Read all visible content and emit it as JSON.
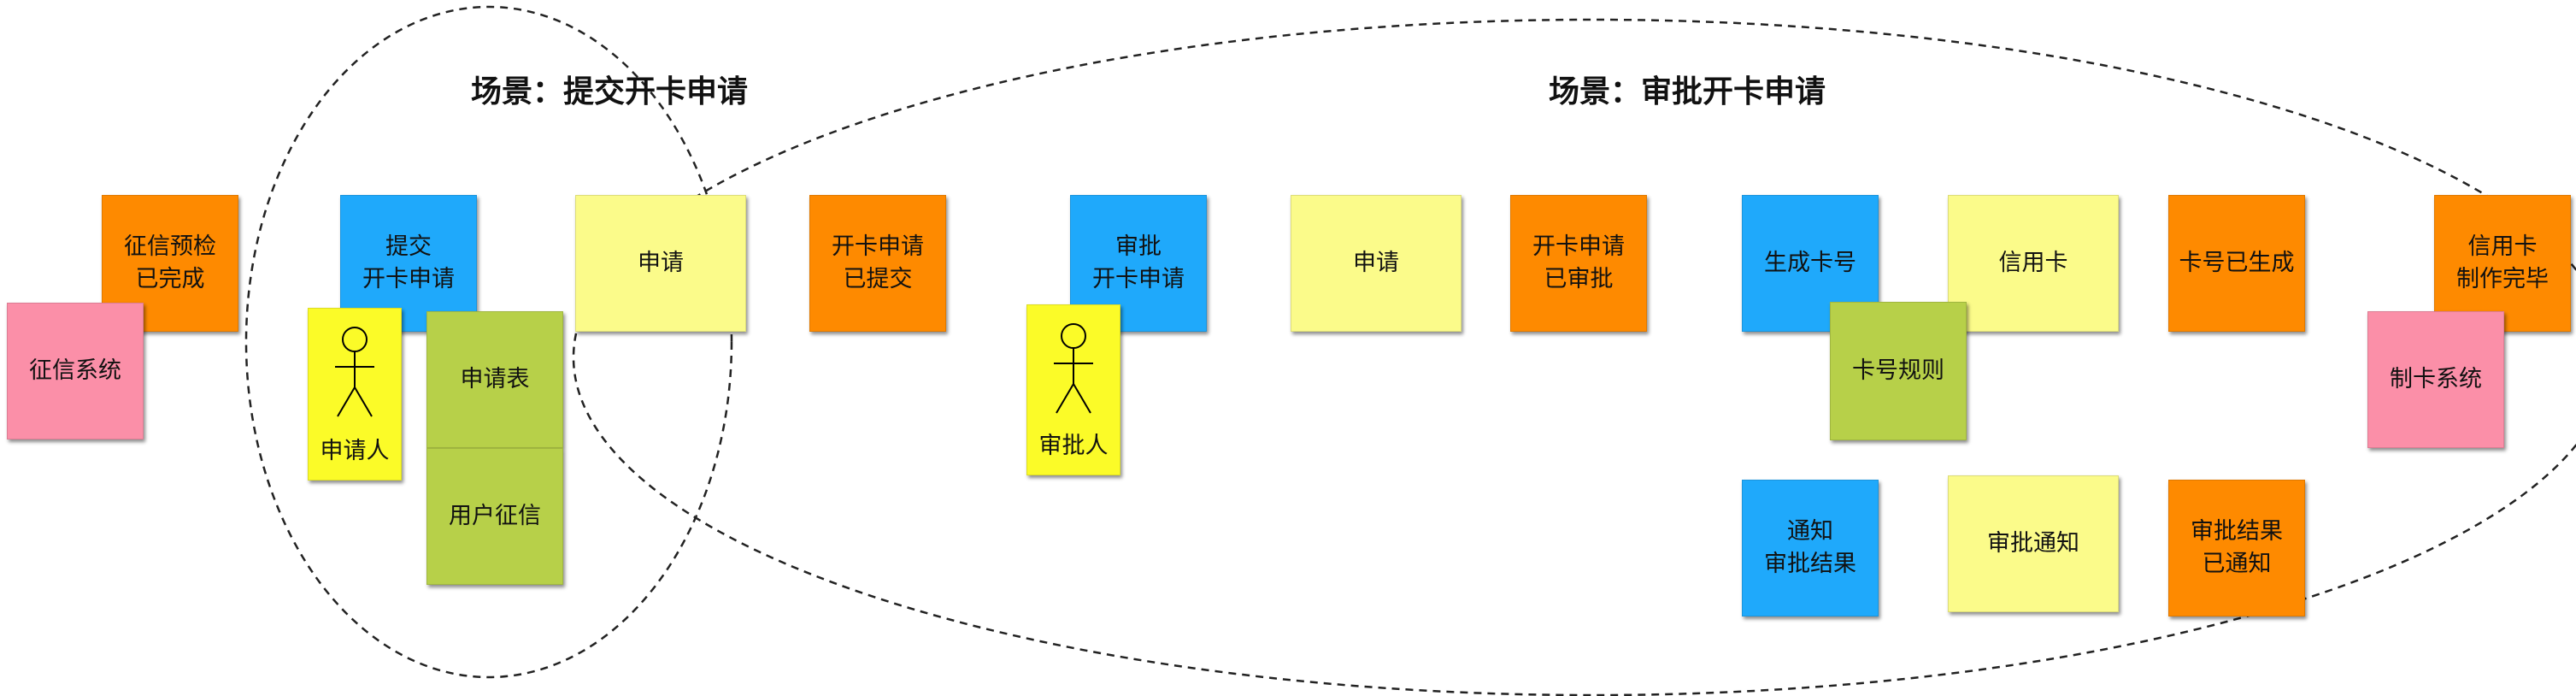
{
  "colors": {
    "event": "#fe8a00",
    "command": "#1fa9fb",
    "readmodel": "#fbfb8a",
    "actor": "#fbfb28",
    "aggregate": "#b7d049",
    "external": "#fb8fa8"
  },
  "scenes": [
    {
      "title": "场景：提交开卡申请"
    },
    {
      "title": "场景：审批开卡申请"
    }
  ],
  "stickies": {
    "credit_precheck_done": "征信预检\n已完成",
    "credit_system": "征信系统",
    "submit_application": "提交\n开卡申请",
    "applicant": "申请人",
    "application_form": "申请表",
    "user_credit": "用户征信",
    "application_1": "申请",
    "application_submitted": "开卡申请\n已提交",
    "approve_application": "审批\n开卡申请",
    "approver": "审批人",
    "application_2": "申请",
    "application_approved": "开卡申请\n已审批",
    "generate_card_number": "生成卡号",
    "credit_card": "信用卡",
    "card_number_rule": "卡号规则",
    "card_number_generated": "卡号已生成",
    "notify_result": "通知\n审批结果",
    "approval_notice": "审批通知",
    "result_notified": "审批结果\n已通知",
    "card_made": "信用卡\n制作完毕",
    "card_making_system": "制卡系统"
  }
}
